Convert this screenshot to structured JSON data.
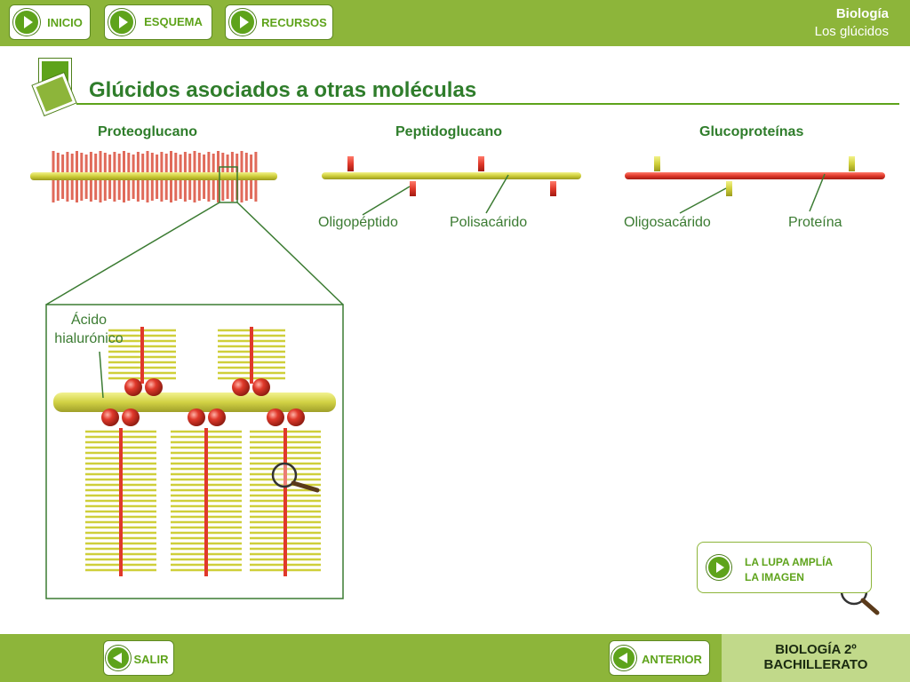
{
  "nav": {
    "inicio": "INICIO",
    "esquema": "ESQUEMA",
    "recursos": "RECURSOS"
  },
  "header": {
    "subject": "Biología",
    "topic": "Los glúcidos"
  },
  "page": {
    "title": "Glúcidos asociados a otras moléculas"
  },
  "sections": {
    "proteoglucano": "Proteoglucano",
    "peptidoglucano": "Peptidoglucano",
    "glucoproteinas": "Glucoproteínas"
  },
  "labels": {
    "oligopeptido": "Oligopéptido",
    "polisacarido": "Polisacárido",
    "oligosacarido": "Oligosacárido",
    "proteina": "Proteína",
    "acido_line1": "Ácido",
    "acido_line2": "hialurónico"
  },
  "info": {
    "line1": "LA LUPA AMPLÍA",
    "line2": "LA IMAGEN"
  },
  "footer": {
    "salir": "SALIR",
    "anterior": "ANTERIOR",
    "brand_line1": "BIOLOGÍA 2º",
    "brand_line2": "BACHILLERATO"
  },
  "colors": {
    "bar_green": "#8db53a",
    "title_green": "#2f7d2b",
    "button_green": "#5ea31b",
    "protein_red": "#e0392b",
    "polysaccharide_yellow": "#cfcf3a"
  }
}
